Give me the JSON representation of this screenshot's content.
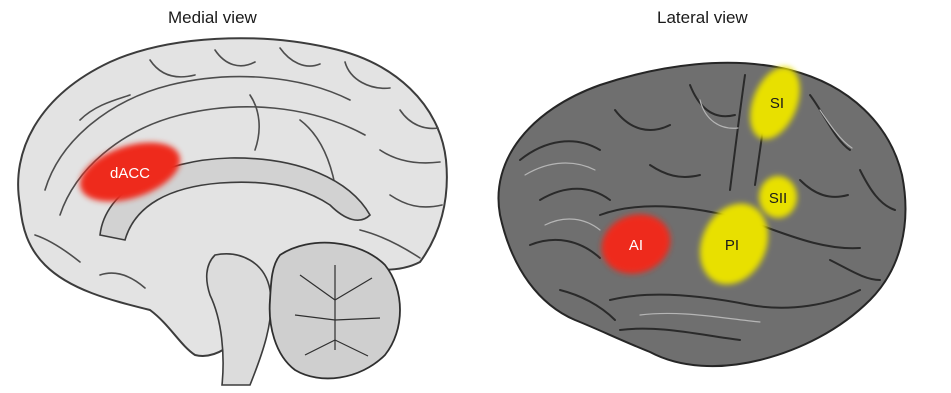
{
  "panels": {
    "medial": {
      "title": "Medial view"
    },
    "lateral": {
      "title": "Lateral view"
    }
  },
  "regions": {
    "dacc": {
      "label": "dACC",
      "color": "#ee2a1b"
    },
    "ai": {
      "label": "AI",
      "color": "#ee2a1b"
    },
    "pi": {
      "label": "PI",
      "color": "#e8e000"
    },
    "si": {
      "label": "SI",
      "color": "#e8e000"
    },
    "sii": {
      "label": "SII",
      "color": "#e8e000"
    }
  },
  "colors": {
    "medial_cortex": "#e3e3e3",
    "medial_lines": "#4a4a4a",
    "lateral_cortex": "#6f6f6f",
    "lateral_lines": "#2b2b2b"
  }
}
